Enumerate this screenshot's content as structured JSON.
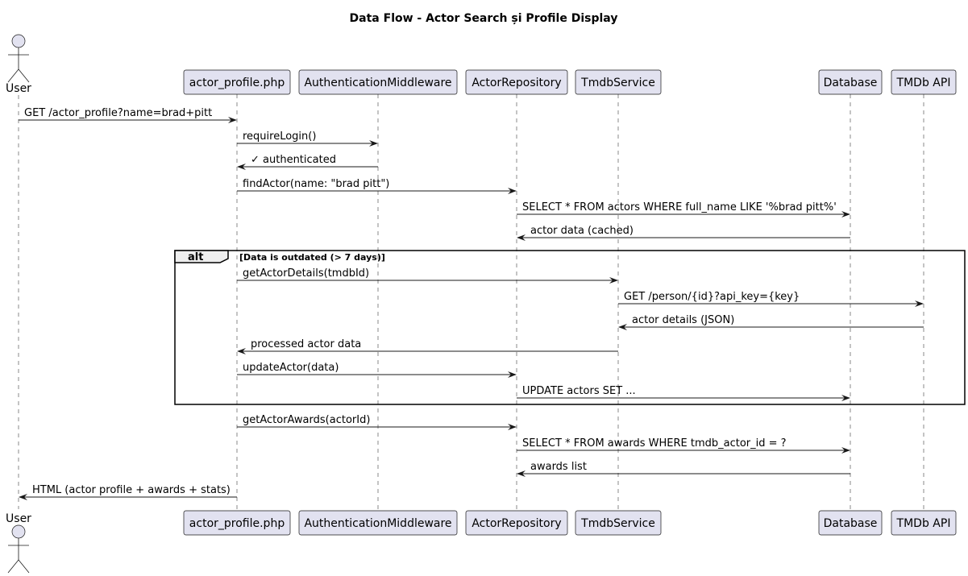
{
  "title": "Data Flow - Actor Search și Profile Display",
  "participants": [
    {
      "name": "User",
      "kind": "actor"
    },
    {
      "name": "actor_profile.php",
      "kind": "participant"
    },
    {
      "name": "AuthenticationMiddleware",
      "kind": "participant"
    },
    {
      "name": "ActorRepository",
      "kind": "participant"
    },
    {
      "name": "TmdbService",
      "kind": "participant"
    },
    {
      "name": "Database",
      "kind": "participant"
    },
    {
      "name": "TMDb API",
      "kind": "participant"
    }
  ],
  "messages": [
    {
      "from": 0,
      "to": 1,
      "label": "GET /actor_profile?name=brad+pitt"
    },
    {
      "from": 1,
      "to": 2,
      "label": "requireLogin()"
    },
    {
      "from": 2,
      "to": 1,
      "label": "✓ authenticated"
    },
    {
      "from": 1,
      "to": 3,
      "label": "findActor(name: \"brad pitt\")"
    },
    {
      "from": 3,
      "to": 5,
      "label": "SELECT * FROM actors WHERE full_name LIKE '%brad pitt%'"
    },
    {
      "from": 5,
      "to": 3,
      "label": "actor data (cached)"
    },
    {
      "from": 1,
      "to": 4,
      "label": "getActorDetails(tmdbId)"
    },
    {
      "from": 4,
      "to": 6,
      "label": "GET /person/{id}?api_key={key}"
    },
    {
      "from": 6,
      "to": 4,
      "label": "actor details (JSON)"
    },
    {
      "from": 4,
      "to": 1,
      "label": "processed actor data"
    },
    {
      "from": 1,
      "to": 3,
      "label": "updateActor(data)"
    },
    {
      "from": 3,
      "to": 5,
      "label": "UPDATE actors SET ..."
    },
    {
      "from": 1,
      "to": 3,
      "label": "getActorAwards(actorId)"
    },
    {
      "from": 3,
      "to": 5,
      "label": "SELECT * FROM awards WHERE tmdb_actor_id = ?"
    },
    {
      "from": 5,
      "to": 3,
      "label": "awards list"
    },
    {
      "from": 1,
      "to": 0,
      "label": "HTML (actor profile + awards + stats)"
    }
  ],
  "fragments": [
    {
      "type": "alt",
      "condition": "[Data is outdated (> 7 days)]",
      "first_message": 6,
      "last_message": 11
    }
  ]
}
